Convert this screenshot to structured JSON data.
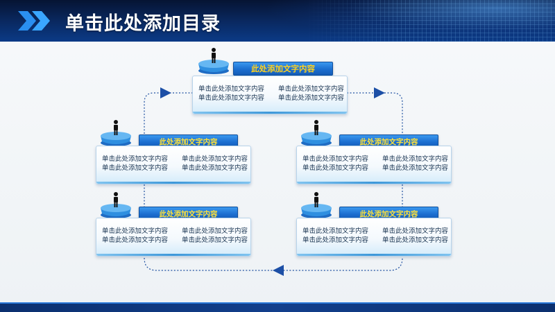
{
  "header": {
    "title": "单击此处添加目录"
  },
  "colors": {
    "header_dark": "#061433",
    "header_blue": "#0b3a86",
    "label_blue": "#1c6ed0",
    "label_text": "#ffe23a",
    "connector": "#1e4fa0",
    "podium": "#2f8fe0"
  },
  "icons": [
    "chevron-right-icon",
    "person-icon",
    "triangle-arrow-icon"
  ],
  "nodes": [
    {
      "label": "此处添加文字内容",
      "lines": [
        [
          "单击此处添加文字内容",
          "单击此处添加文字内容"
        ],
        [
          "单击此处添加文字内容",
          "单击此处添加文字内容"
        ]
      ]
    },
    {
      "label": "此处添加文字内容",
      "lines": [
        [
          "单击此处添加文字内容",
          "单击此处添加文字内容"
        ],
        [
          "单击此处添加文字内容",
          "单击此处添加文字内容"
        ]
      ]
    },
    {
      "label": "此处添加文字内容",
      "lines": [
        [
          "单击此处添加文字内容",
          "单击此处添加文字内容"
        ],
        [
          "单击此处添加文字内容",
          "单击此处添加文字内容"
        ]
      ]
    },
    {
      "label": "此处添加文字内容",
      "lines": [
        [
          "单击此处添加文字内容",
          "单击此处添加文字内容"
        ],
        [
          "单击此处添加文字内容",
          "单击此处添加文字内容"
        ]
      ]
    },
    {
      "label": "此处添加文字内容",
      "lines": [
        [
          "单击此处添加文字内容",
          "单击此处添加文字内容"
        ],
        [
          "单击此处添加文字内容",
          "单击此处添加文字内容"
        ]
      ]
    }
  ]
}
